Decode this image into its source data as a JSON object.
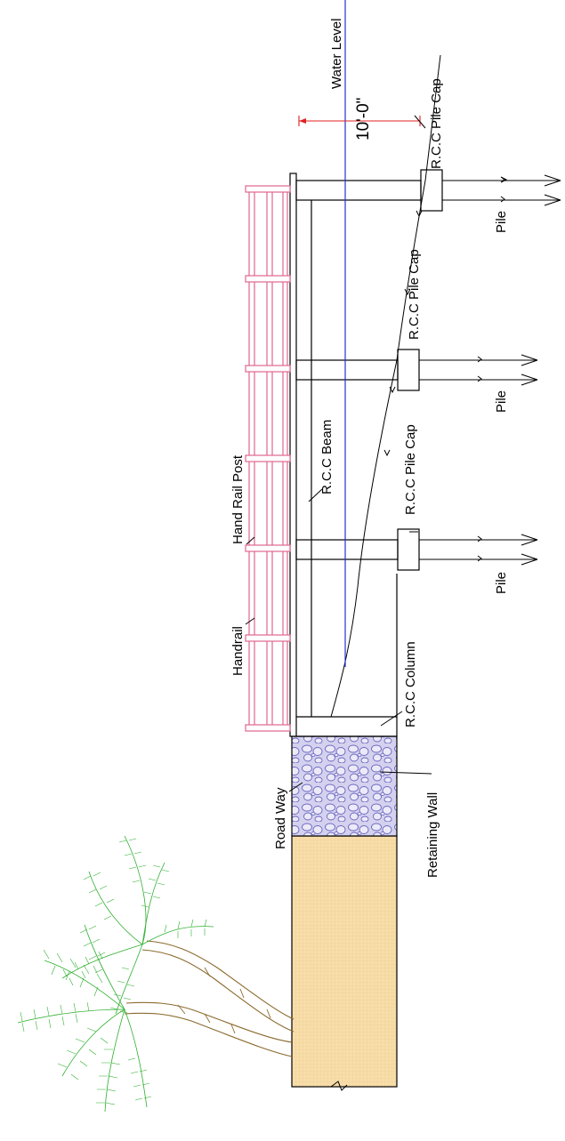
{
  "labels": {
    "water_level": "Water Level",
    "dimension": "10'-0\"",
    "pile_cap_1": "R.C.C Pile Cap",
    "pile_cap_2": "R.C.C Pile Cap",
    "pile_cap_3": "R.C.C Pile Cap",
    "pile_1": "Pile",
    "pile_2": "Pile",
    "pile_3": "Pile",
    "hand_rail_post": "Hand Rail Post",
    "handrail": "Handrail",
    "rcc_beam": "R.C.C Beam",
    "rcc_column": "R.C.C Column",
    "retaining_wall": "Retaining Wall",
    "road_way": "Road Way"
  },
  "colors": {
    "water_line": "#2233cc",
    "dimension": "#e02020",
    "handrail": "#e0668f",
    "road_fill": "#f8deaa",
    "wall_fill": "#c9c6ea",
    "wall_stone": "#6a66c0",
    "palm_leaf": "#2fb02f",
    "palm_trunk": "#8b6a2e"
  }
}
